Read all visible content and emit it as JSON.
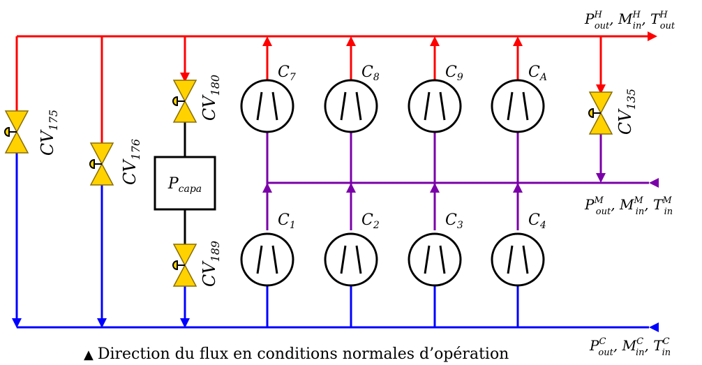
{
  "colors": {
    "hot": "#ff0000",
    "cold": "#0000ff",
    "medium": "#7a00a8",
    "neutral": "#000000",
    "valve_fill": "#ffd200",
    "valve_stroke": "#8a6d00"
  },
  "valves": [
    {
      "id": "cv175",
      "base": "CV",
      "sub": "175"
    },
    {
      "id": "cv176",
      "base": "CV",
      "sub": "176"
    },
    {
      "id": "cv180",
      "base": "CV",
      "sub": "180"
    },
    {
      "id": "cv189",
      "base": "CV",
      "sub": "189"
    },
    {
      "id": "cv135",
      "base": "CV",
      "sub": "135"
    }
  ],
  "capacity": {
    "base": "P",
    "sub": "capa"
  },
  "compressors_top": [
    {
      "base": "C",
      "sub": "7"
    },
    {
      "base": "C",
      "sub": "8"
    },
    {
      "base": "C",
      "sub": "9"
    },
    {
      "base": "C",
      "sub": "A"
    }
  ],
  "compressors_bottom": [
    {
      "base": "C",
      "sub": "1"
    },
    {
      "base": "C",
      "sub": "2"
    },
    {
      "base": "C",
      "sub": "3"
    },
    {
      "base": "C",
      "sub": "4"
    }
  ],
  "outputs": {
    "hot": {
      "p": "P",
      "p_sup": "H",
      "p_sub": "out",
      "m": "M",
      "m_sup": "H",
      "m_sub": "in",
      "t": "T",
      "t_sup": "H",
      "t_sub": "out"
    },
    "medium": {
      "p": "P",
      "p_sup": "M",
      "p_sub": "out",
      "m": "M",
      "m_sup": "M",
      "m_sub": "in",
      "t": "T",
      "t_sup": "M",
      "t_sub": "in"
    },
    "cold": {
      "p": "P",
      "p_sup": "C",
      "p_sub": "out",
      "m": "M",
      "m_sup": "C",
      "m_sub": "in",
      "t": "T",
      "t_sup": "C",
      "t_sub": "in"
    }
  },
  "legend": {
    "symbol": "▲",
    "text": "Direction du flux en conditions normales d’opération"
  }
}
